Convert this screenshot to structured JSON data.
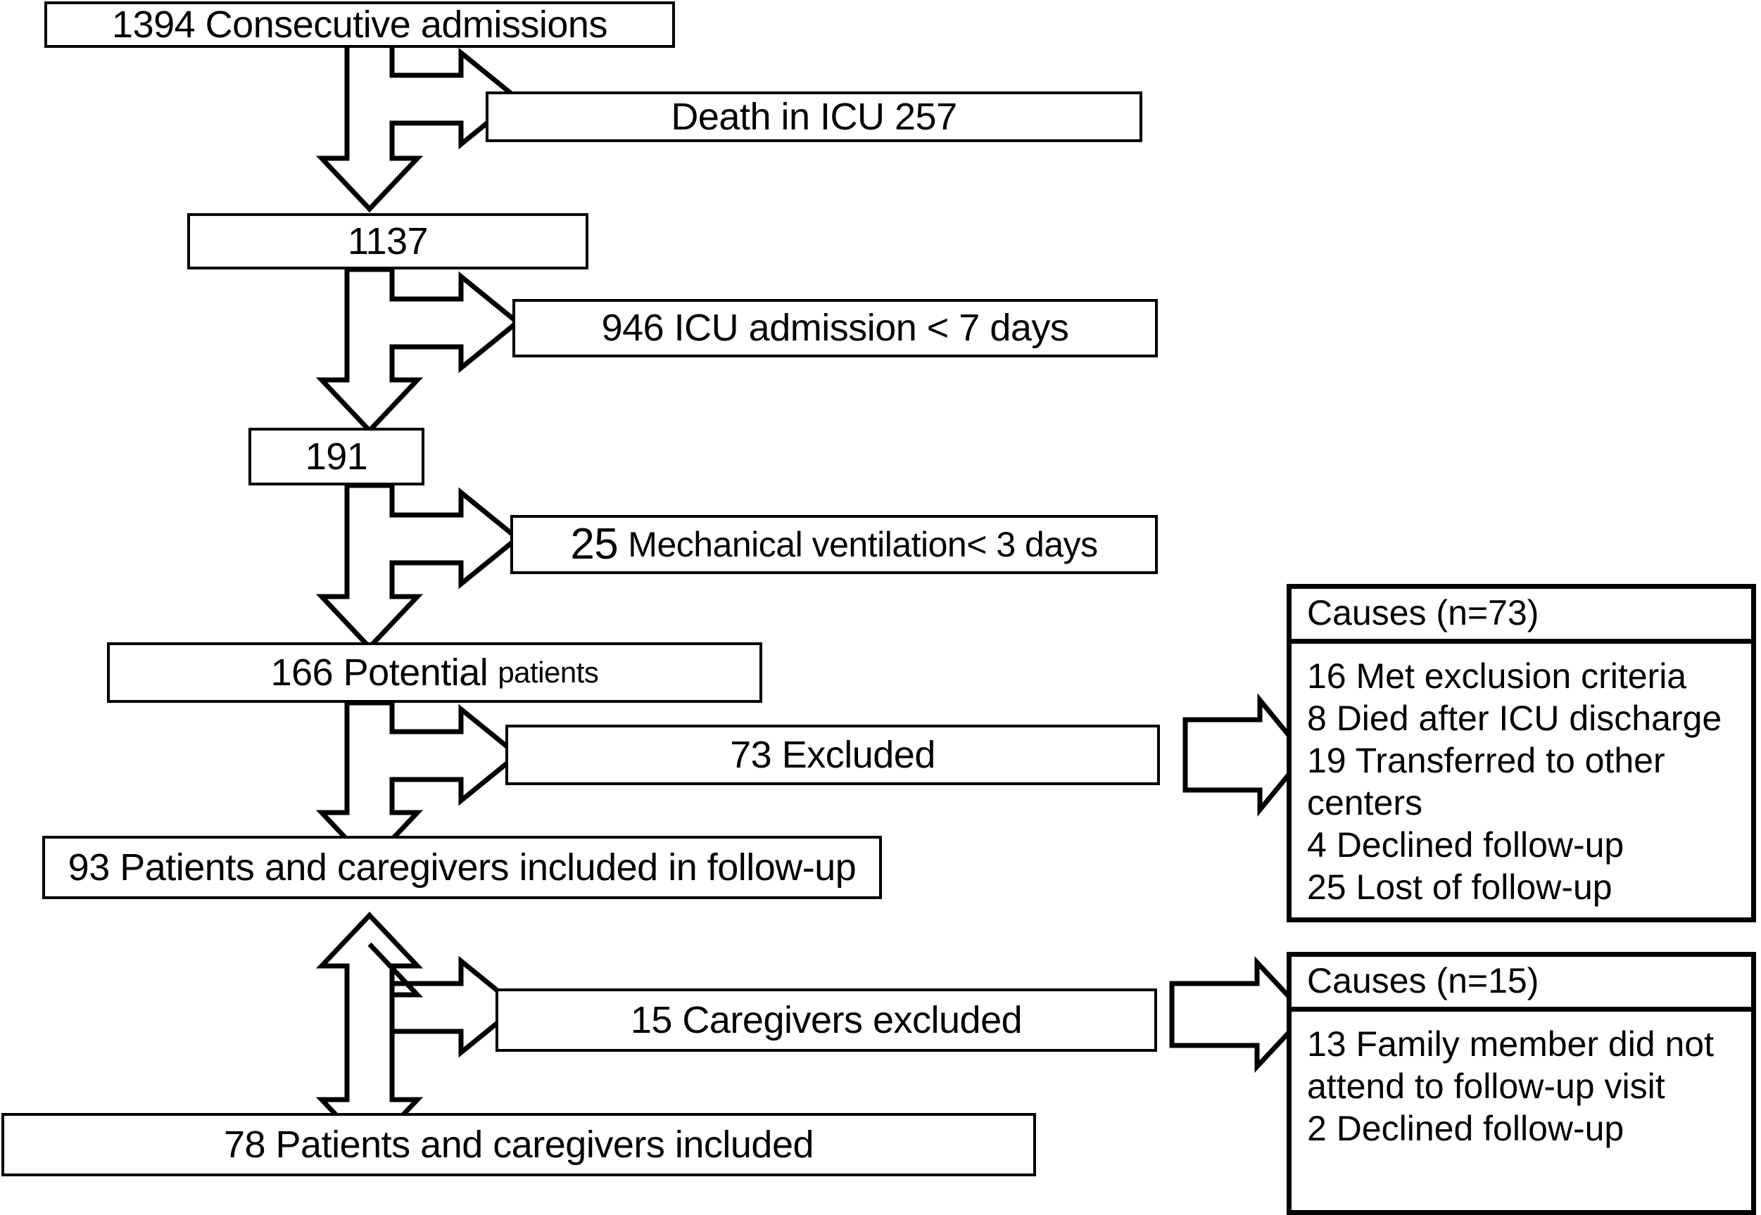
{
  "diagram": {
    "title": "Patient and caregiver study flow diagram",
    "type": "flowchart",
    "stroke_color": "#000000",
    "fill_color": "#ffffff"
  },
  "nodes": {
    "admissions": {
      "count": "1394",
      "label": "1394 Consecutive admissions"
    },
    "death_icu": {
      "count": "257",
      "label": "Death in ICU 257"
    },
    "after_death": {
      "count": "1137",
      "label": "1137"
    },
    "short_stay": {
      "count": "946",
      "label": "946 ICU admission < 7 days"
    },
    "after_short_stay": {
      "count": "191",
      "label": "191"
    },
    "short_vent_num": {
      "count": "25",
      "label": "25"
    },
    "short_vent_text": {
      "label": "Mechanical ventilation< 3 days"
    },
    "potential_num": {
      "count": "166",
      "label": "166 Potential"
    },
    "potential_text": {
      "label": "patients"
    },
    "excluded": {
      "count": "73",
      "label": "73 Excluded"
    },
    "followup": {
      "count": "93",
      "label": "93 Patients and caregivers included in follow-up"
    },
    "caregivers_excl": {
      "count": "15",
      "label": "15 Caregivers excluded"
    },
    "included": {
      "count": "78",
      "label": "78 Patients and caregivers included"
    }
  },
  "causes_73": {
    "header": "Causes (n=73)",
    "total": 73,
    "items": [
      "16 Met exclusion criteria",
      " 8 Died after ICU discharge",
      "19 Transferred to other",
      "centers",
      " 4 Declined follow-up",
      "25 Lost of follow-up"
    ]
  },
  "causes_15": {
    "header": "Causes (n=15)",
    "total": 15,
    "items": [
      "13 Family member did not",
      "attend to follow-up visit",
      " 2 Declined follow-up"
    ]
  },
  "flow_data": {
    "type": "flowchart",
    "steps": [
      {
        "n": 1394,
        "label": "Consecutive admissions",
        "excluded": 257,
        "excluded_reason": "Death in ICU"
      },
      {
        "n": 1137,
        "label": "",
        "excluded": 946,
        "excluded_reason": "ICU admission < 7 days"
      },
      {
        "n": 191,
        "label": "",
        "excluded": 25,
        "excluded_reason": "Mechanical ventilation< 3 days"
      },
      {
        "n": 166,
        "label": "Potential patients",
        "excluded": 73,
        "excluded_reason": "Excluded"
      },
      {
        "n": 93,
        "label": "Patients and caregivers included in follow-up",
        "excluded": 15,
        "excluded_reason": "Caregivers excluded"
      },
      {
        "n": 78,
        "label": "Patients and caregivers included",
        "excluded": null,
        "excluded_reason": null
      }
    ]
  }
}
